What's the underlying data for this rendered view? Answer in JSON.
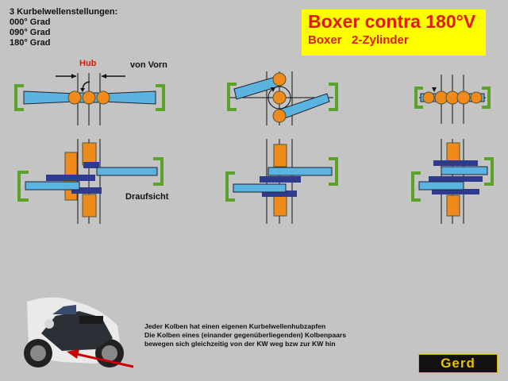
{
  "settings": {
    "heading": "3 Kurbelwellenstellungen:",
    "lines": [
      "000° Grad",
      "090° Grad",
      "180° Grad"
    ]
  },
  "title": {
    "main": "Boxer contra 180°V",
    "sub": "Boxer   2-Zylinder"
  },
  "labels": {
    "hub": "Hub",
    "von_vorn": "von Vorn",
    "draufsicht": "Draufsicht"
  },
  "description": [
    "Jeder Kolben hat einen eigenen Kurbelwellenhubzapfen",
    "Die Kolben eines (einander gegenüberliegenden) Kolbenpaars",
    "bewegen sich gleichzeitig von der KW weg bzw zur KW hin"
  ],
  "logo": "Gerd",
  "colors": {
    "background": "#c4c4c4",
    "title_box": "#ffff00",
    "title_text": "#e11b00",
    "rod": "#5bb3e0",
    "crank_pin": "#f08a1a",
    "cylinder_wall": "#5ca12a",
    "bearing": "#2e3b8f",
    "arrow": "#cc0000"
  },
  "icons": [
    "motorcycle-image",
    "red-arrow-icon",
    "rotation-arrow-icon"
  ]
}
